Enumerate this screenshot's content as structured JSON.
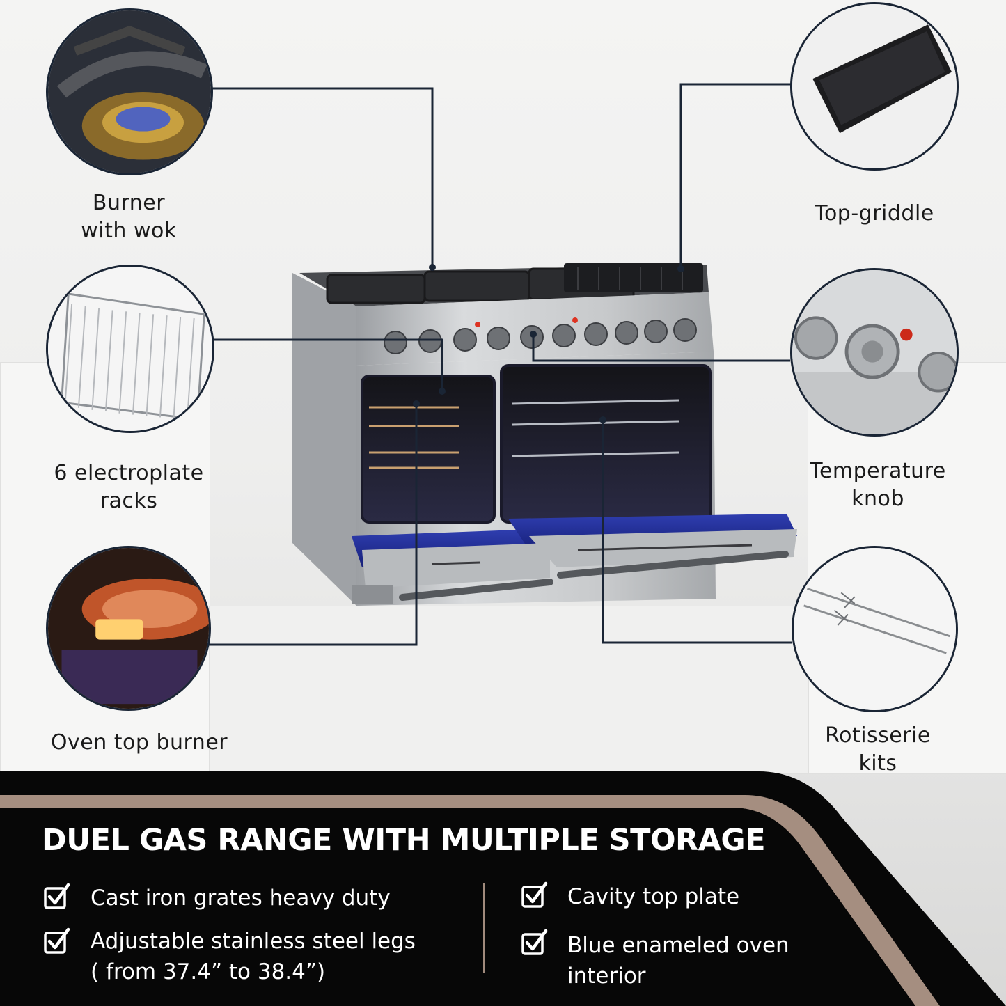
{
  "callouts": {
    "burner": {
      "label_line1": "Burner",
      "label_line2": "with wok",
      "image_icon": "wok-burner-photo-icon"
    },
    "racks": {
      "label_line1": "6 electroplate",
      "label_line2": "racks",
      "image_icon": "oven-rack-photo-icon"
    },
    "oven_burner": {
      "label": "Oven top burner",
      "image_icon": "oven-burner-photo-icon"
    },
    "griddle": {
      "label": "Top-griddle",
      "image_icon": "griddle-photo-icon"
    },
    "knob": {
      "label_line1": "Temperature",
      "label_line2": "knob",
      "image_icon": "control-knob-photo-icon"
    },
    "rotisserie": {
      "label_line1": "Rotisserie",
      "label_line2": "kits",
      "image_icon": "rotisserie-spit-photo-icon"
    }
  },
  "banner": {
    "title": "DUEL GAS RANGE WITH MULTIPLE STORAGE",
    "features_left": [
      {
        "line1": "Cast iron grates heavy duty",
        "line2": ""
      },
      {
        "line1": "Adjustable stainless steel legs",
        "line2": "( from 37.4” to 38.4”)"
      }
    ],
    "features_right": [
      {
        "line1": "Cavity top plate",
        "line2": ""
      },
      {
        "line1": "Blue enameled oven",
        "line2": "interior"
      }
    ],
    "colors": {
      "background": "#070707",
      "accent_stripe": "#a58e80",
      "text": "#ffffff"
    },
    "check_icon": "checkbox-check-icon"
  },
  "product": {
    "image_icon": "dual-oven-gas-range-photo-icon"
  }
}
